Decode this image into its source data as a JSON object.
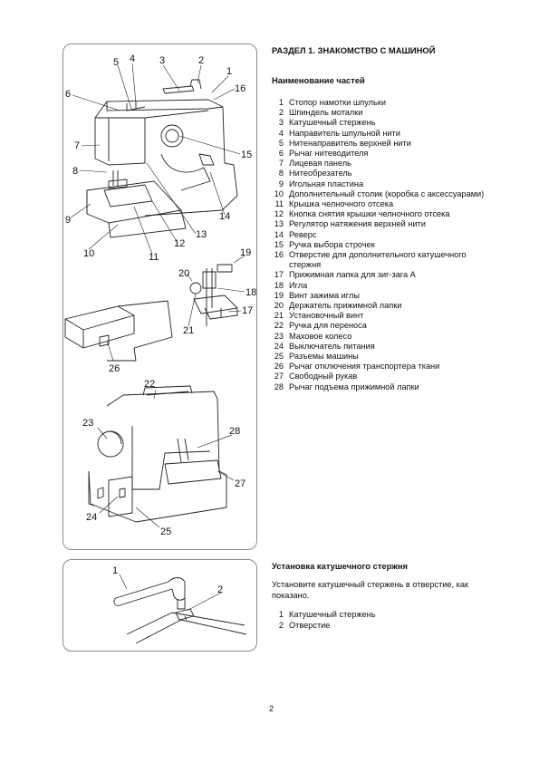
{
  "section_title": "РАЗДЕЛ 1. ЗНАКОМСТВО С МАШИНОЙ",
  "parts": {
    "heading": "Наименование частей",
    "items": [
      {
        "num": "1",
        "text": "Стопор намотки шпульки"
      },
      {
        "num": "2",
        "text": "Шпиндель моталки"
      },
      {
        "num": "3",
        "text": "Катушечный стержень"
      },
      {
        "num": "4",
        "text": "Направитель шпульной нити"
      },
      {
        "num": "5",
        "text": "Нитенаправитель верхней нити"
      },
      {
        "num": "6",
        "text": "Рычаг нитеводителя"
      },
      {
        "num": "7",
        "text": "Лицевая панель"
      },
      {
        "num": "8",
        "text": "Нитеобрезатель"
      },
      {
        "num": "9",
        "text": "Игольная пластина"
      },
      {
        "num": "10",
        "text": "Дополнительный столик (коробка с аксессуарами)"
      },
      {
        "num": "11",
        "text": "Крышка челночного отсека"
      },
      {
        "num": "12",
        "text": "Кнопка снятия крышки челночного отсека"
      },
      {
        "num": "13",
        "text": "Регулятор натяжения верхней нити"
      },
      {
        "num": "14",
        "text": "Реверс"
      },
      {
        "num": "15",
        "text": "Ручка выбора строчек"
      },
      {
        "num": "16",
        "text": "Отверстие для дополнительного катушечного стержня"
      },
      {
        "num": "17",
        "text": "Прижимная лапка для зиг-зага А"
      },
      {
        "num": "18",
        "text": "Игла"
      },
      {
        "num": "19",
        "text": "Винт зажима иглы"
      },
      {
        "num": "20",
        "text": "Держатель прижимной лапки"
      },
      {
        "num": "21",
        "text": "Установочный винт"
      },
      {
        "num": "22",
        "text": "Ручка для переноса"
      },
      {
        "num": "23",
        "text": "Маховое колесо"
      },
      {
        "num": "24",
        "text": "Выключатель питания"
      },
      {
        "num": "25",
        "text": "Разъемы машины"
      },
      {
        "num": "26",
        "text": "Рычаг отключения транспортера ткани"
      },
      {
        "num": "27",
        "text": "Свободный рукав"
      },
      {
        "num": "28",
        "text": "Рычаг подъема прижимной лапки"
      }
    ]
  },
  "spool_pin": {
    "heading": "Установка катушечного стержня",
    "instruction": "Установите катушечный стержень в отверстие, как показано.",
    "items": [
      {
        "num": "1",
        "text": "Катушечный стержень"
      },
      {
        "num": "2",
        "text": "Отверстие"
      }
    ]
  },
  "figure_callouts": {
    "c1": "1",
    "c2": "2",
    "c3": "3",
    "c4": "4",
    "c5": "5",
    "c6": "6",
    "c7": "7",
    "c8": "8",
    "c9": "9",
    "c10": "10",
    "c11": "11",
    "c12": "12",
    "c13": "13",
    "c14": "14",
    "c15": "15",
    "c16": "16",
    "c17": "17",
    "c18": "18",
    "c19": "19",
    "c20": "20",
    "c21": "21",
    "c22": "22",
    "c23": "23",
    "c24": "24",
    "c25": "25",
    "c26": "26",
    "c27": "27",
    "c28": "28"
  },
  "spool_callouts": {
    "c1": "1",
    "c2": "2"
  },
  "page_number": "2"
}
